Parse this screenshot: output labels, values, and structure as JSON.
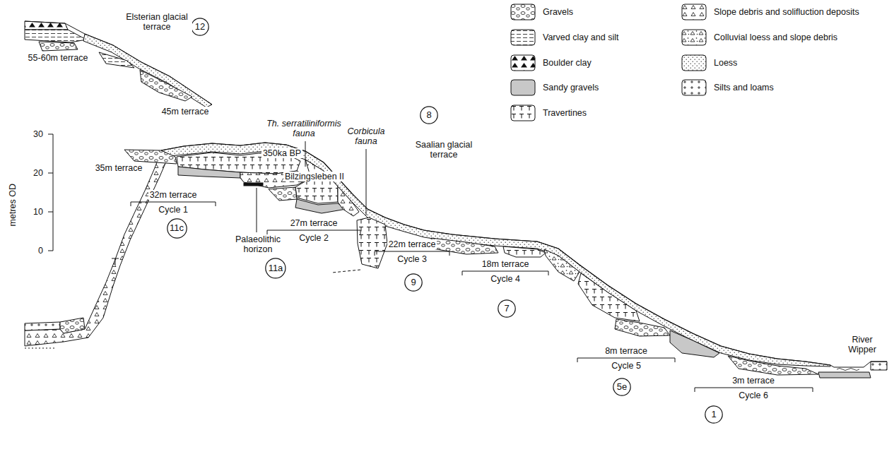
{
  "diagram": {
    "nodes": [
      {
        "text": [
          "12"
        ]
      },
      {
        "text": [
          "11c"
        ]
      },
      {
        "text": [
          "11a"
        ]
      },
      {
        "text": [
          "9"
        ]
      },
      {
        "text": [
          "8"
        ]
      },
      {
        "text": [
          "7"
        ]
      },
      {
        "text": [
          "5e"
        ]
      },
      {
        "text": [
          "1"
        ]
      }
    ],
    "labels": [
      "55-60m terrace",
      "Elsterian glacial terrace",
      "45m terrace",
      "metres OD",
      "30",
      "20",
      "10",
      "0",
      "Th. serratiliniformis fauna",
      "350ka BP",
      "Bilzingsleben II",
      "35m terrace",
      "32m terrace",
      "Cycle 1",
      "Palaeolithic horizon",
      "27m terrace",
      "Cycle 2",
      "Corbicula fauna",
      "22m terrace",
      "Cycle 3",
      "Saalian glacial terrace",
      "18m terrace",
      "Cycle 4",
      "8m terrace",
      "Cycle 5",
      "3m terrace",
      "Cycle 6",
      "River Wipper"
    ],
    "legend": [
      {
        "text": "Gravels"
      },
      {
        "text": "Varved clay and silt"
      },
      {
        "text": "Boulder clay"
      },
      {
        "text": "Sandy gravels",
        "color": "#c8c8c8"
      },
      {
        "text": "Travertines"
      },
      {
        "text": "Slope debris and solifluction deposits"
      },
      {
        "text": "Colluvial loess and slope debris"
      },
      {
        "text": "Loess"
      },
      {
        "text": "Silts and loams"
      }
    ]
  }
}
